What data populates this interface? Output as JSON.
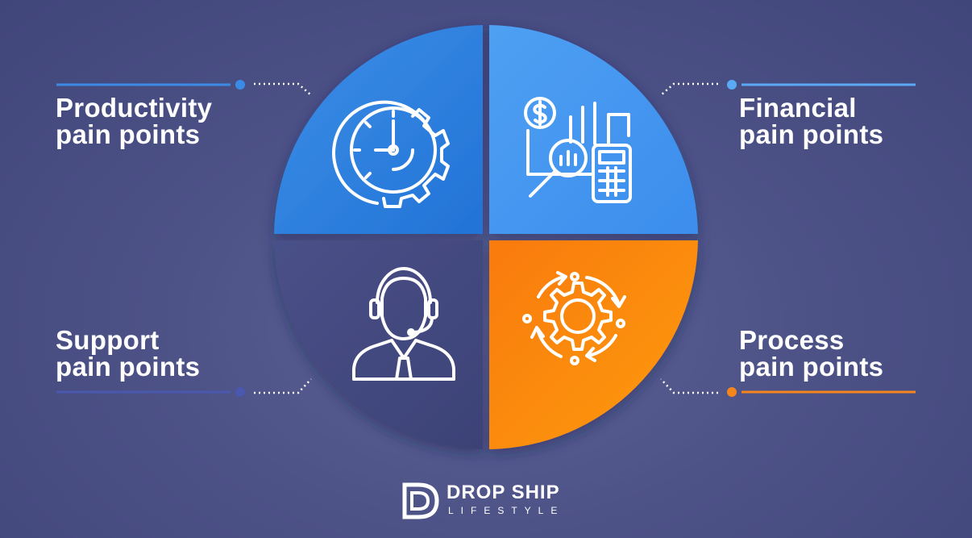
{
  "colors": {
    "background": "#4d5287",
    "productivity": "#2f7fe0",
    "financial": "#58a8f5",
    "support": "#454b82",
    "process": "#fb8a0c",
    "white": "#ffffff"
  },
  "quadrants": {
    "productivity": {
      "line1": "Productivity",
      "line2": "pain points",
      "icon": "clock-gear-icon"
    },
    "financial": {
      "line1": "Financial",
      "line2": "pain points",
      "icon": "finance-calculator-icon"
    },
    "support": {
      "line1": "Support",
      "line2": "pain points",
      "icon": "support-agent-headset-icon"
    },
    "process": {
      "line1": "Process",
      "line2": "pain points",
      "icon": "gear-cycle-icon"
    }
  },
  "logo": {
    "top": "DROP SHIP",
    "bottom": "LIFESTYLE",
    "icon": "drop-ship-lifestyle-logo-icon"
  }
}
